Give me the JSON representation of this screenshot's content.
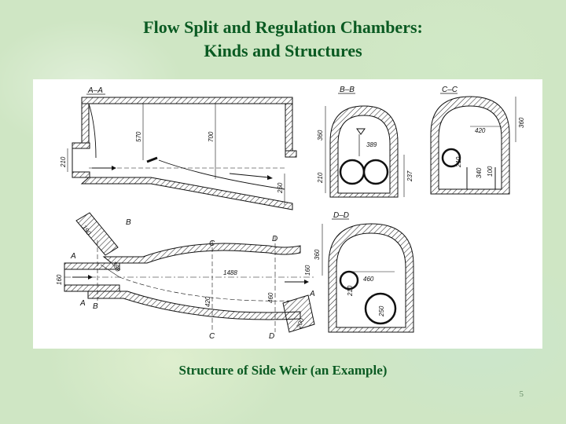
{
  "slide": {
    "title_line1": "Flow Split and Regulation Chambers:",
    "title_line2": "Kinds and Structures",
    "caption": "Structure of Side Weir (an Example)",
    "page_number": "5"
  },
  "figure": {
    "section_labels": {
      "aa": "A–A",
      "bb": "B–B",
      "cc": "C–C",
      "dd": "D–D"
    },
    "marks": {
      "a_top": "A",
      "a_bottom": "A",
      "a_right": "A",
      "b_top": "B",
      "b_bottom": "B",
      "c_top": "C",
      "c_bottom": "C",
      "d_top": "D",
      "d_bottom": "D"
    },
    "dimensions": {
      "aa_570": "570",
      "aa_700": "700",
      "aa_210": "210",
      "aa_250": "250",
      "bb_360": "360",
      "bb_389": "389",
      "bb_210": "210",
      "bb_237": "237",
      "cc_420": "420",
      "cc_360": "360",
      "cc_210": "210",
      "cc_340": "340",
      "cc_100": "100",
      "dd_360": "360",
      "dd_460": "460",
      "dd_210": "210",
      "dd_250": "250",
      "plan_190": "190",
      "plan_389": "389",
      "plan_160_left": "160",
      "plan_1488": "1488",
      "plan_420": "420",
      "plan_460": "460",
      "plan_160_right": "160",
      "plan_200": "200"
    }
  }
}
